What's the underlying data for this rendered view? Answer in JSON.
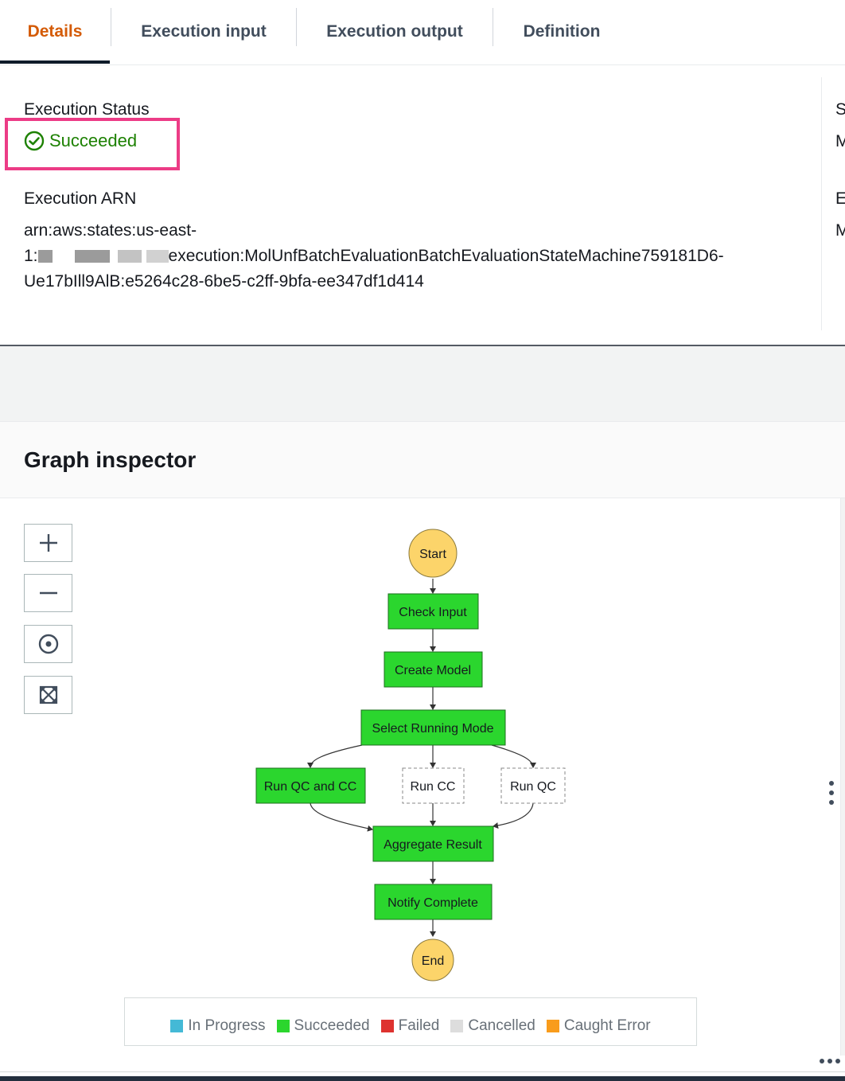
{
  "tabs": [
    {
      "label": "Details",
      "active": true
    },
    {
      "label": "Execution input",
      "active": false
    },
    {
      "label": "Execution output",
      "active": false
    },
    {
      "label": "Definition",
      "active": false
    }
  ],
  "details": {
    "status_label": "Execution Status",
    "status_value": "Succeeded",
    "arn_label": "Execution ARN",
    "arn_line1": "arn:aws:states:us-east-",
    "arn_line2_prefix": "1:",
    "arn_line2_suffix": "execution:MolUnfBatchEvaluationBatchEvaluationStateMachine759181D6-",
    "arn_line3": "Ue17bIll9AlB:e5264c28-6be5-c2ff-9bfa-ee347df1d414",
    "right_letters": [
      "S",
      "M",
      "E",
      "M"
    ]
  },
  "graph_inspector": {
    "title": "Graph inspector",
    "controls": [
      "zoom-in",
      "zoom-out",
      "center",
      "fit-to-screen"
    ],
    "nodes": [
      {
        "id": "start",
        "label": "Start",
        "kind": "terminal"
      },
      {
        "id": "check-input",
        "label": "Check Input",
        "status": "succeeded"
      },
      {
        "id": "create-model",
        "label": "Create Model",
        "status": "succeeded"
      },
      {
        "id": "select-running-mode",
        "label": "Select Running Mode",
        "status": "succeeded"
      },
      {
        "id": "run-qc-and-cc",
        "label": "Run QC and CC",
        "status": "succeeded"
      },
      {
        "id": "run-cc",
        "label": "Run CC",
        "status": "not-run"
      },
      {
        "id": "run-qc",
        "label": "Run QC",
        "status": "not-run"
      },
      {
        "id": "aggregate-result",
        "label": "Aggregate Result",
        "status": "succeeded"
      },
      {
        "id": "notify-complete",
        "label": "Notify Complete",
        "status": "succeeded"
      },
      {
        "id": "end",
        "label": "End",
        "kind": "terminal"
      }
    ],
    "legend": [
      {
        "label": "In Progress",
        "color": "#44b9d6"
      },
      {
        "label": "Succeeded",
        "color": "#2bd62e"
      },
      {
        "label": "Failed",
        "color": "#de322f"
      },
      {
        "label": "Cancelled",
        "color": "#dddddd"
      },
      {
        "label": "Caught Error",
        "color": "#f99c1b"
      }
    ]
  },
  "colors": {
    "accent_active_tab": "#d45b07",
    "success_text": "#1d8102",
    "highlight": "#ec3c86",
    "node_succeeded": "#2bd62e",
    "terminal_node": "#fcd46a"
  }
}
